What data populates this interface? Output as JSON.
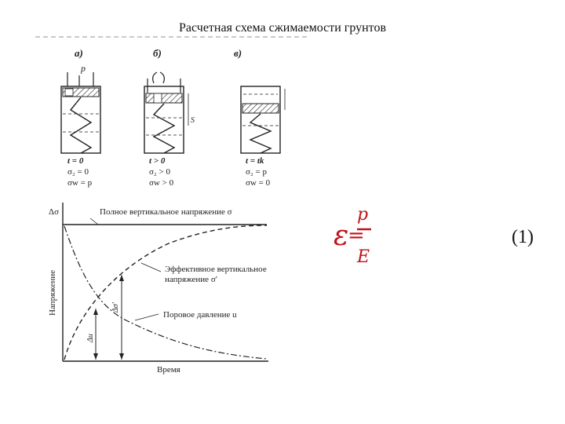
{
  "slide": {
    "title": "Расчетная схема сжимаемости грунтов"
  },
  "schematic": {
    "panel_a": {
      "label": "а)",
      "load": "p",
      "t": "t = 0",
      "sigma_z": "σ₂ = 0",
      "sigma_w": "σw = p"
    },
    "panel_b": {
      "label": "б)",
      "t": "t > 0",
      "sigma_z": "σ₂ > 0",
      "sigma_w": "σw > 0",
      "settlement": "S"
    },
    "panel_c": {
      "label": "в)",
      "t": "t = tk",
      "sigma_z": "σ₂ = p",
      "sigma_w": "σw = 0"
    }
  },
  "graph": {
    "y_axis_label": "Напряжение",
    "x_axis_label": "Время",
    "y_top_label": "Δσ",
    "total_stress_label": "Полное вертикальное напряжение σ",
    "effective_stress_label_1": "Эффективное вертикальное",
    "effective_stress_label_2": "напряжение σ′",
    "pore_pressure_label": "Поровое давление u",
    "delta_sigma_prime": "Δσ′",
    "delta_u": "Δu"
  },
  "formula": {
    "lhs": "ε",
    "equals": "=",
    "numerator": "p",
    "denominator": "E",
    "number": "(1)",
    "color": "#c0121a"
  }
}
